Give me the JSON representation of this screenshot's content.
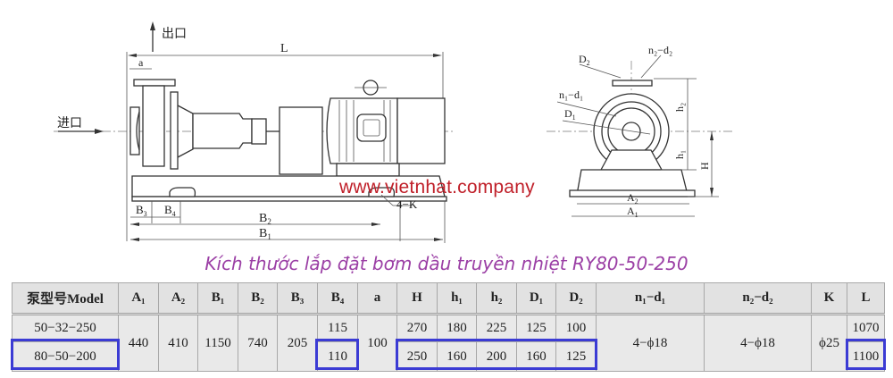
{
  "drawing": {
    "labels": {
      "outlet": "出口",
      "inlet": "进口",
      "L": "L",
      "a": "a",
      "B1": "B",
      "B1_sub": "1",
      "B2": "B",
      "B2_sub": "2",
      "B3": "B",
      "B3_sub": "3",
      "B4": "B",
      "B4_sub": "4",
      "K": "4−K",
      "D1": "D",
      "D1_sub": "1",
      "D2": "D",
      "D2_sub": "2",
      "n1d1": "n₁−d₁",
      "n2d2": "n₂−d₂",
      "h1": "h₁",
      "h2": "h₂",
      "H": "H",
      "A1": "A",
      "A1_sub": "1",
      "A2": "A",
      "A2_sub": "2"
    }
  },
  "watermark": "www.vietnhat.company",
  "title": "Kích thước lắp đặt bơm dầu truyền nhiệt RY80-50-250",
  "colors": {
    "title": "#9b3fa5",
    "watermark": "#c0202a",
    "highlight": "#3b3bd4"
  },
  "table": {
    "headers": [
      "泵型号Model",
      "A₁",
      "A₂",
      "B₁",
      "B₂",
      "B₃",
      "B₄",
      "a",
      "H",
      "h₁",
      "h₂",
      "D₁",
      "D₂",
      "n₁−d₁",
      "n₂−d₂",
      "K",
      "L"
    ],
    "rows": [
      {
        "model": "50−32−250",
        "B4": "115",
        "H": "270",
        "h1": "180",
        "h2": "225",
        "D1": "125",
        "D2": "100",
        "L": "1070"
      },
      {
        "model": "80−50−200",
        "B4": "110",
        "H": "250",
        "h1": "160",
        "h2": "200",
        "D1": "160",
        "D2": "125",
        "L": "1100"
      }
    ],
    "shared": {
      "A1": "440",
      "A2": "410",
      "B1": "1150",
      "B2": "740",
      "B3": "205",
      "a": "100",
      "n1d1": "4−ϕ18",
      "n2d2": "4−ϕ18",
      "K": "ϕ25"
    }
  }
}
